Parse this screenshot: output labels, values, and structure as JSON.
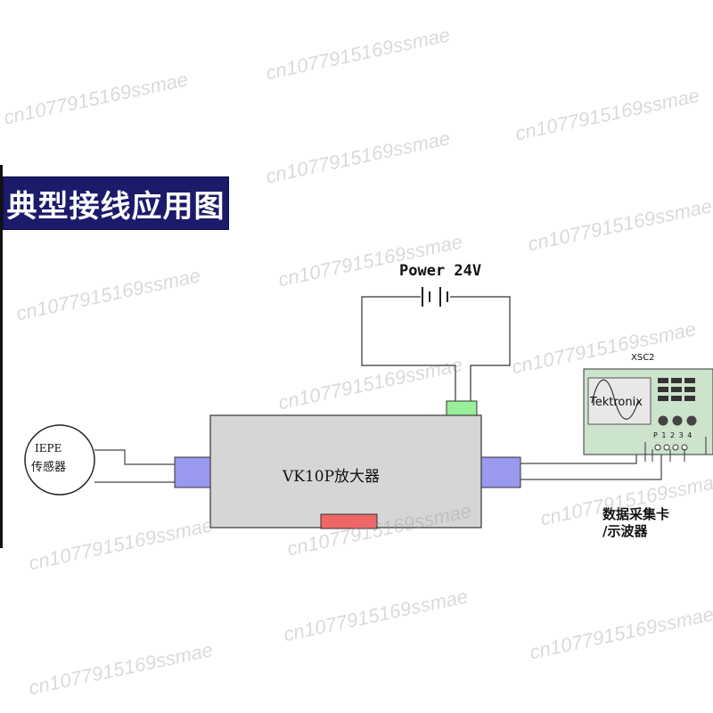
{
  "title": "典型接线应用图",
  "power": {
    "label": "Power 24V"
  },
  "sensor": {
    "line1": "IEPE",
    "line2": "传感器"
  },
  "amplifier": {
    "label": "VK10P放大器"
  },
  "oscilloscope": {
    "id": "XSC2",
    "brand": "Tektronix",
    "ports": "P 1 2 3 4"
  },
  "daq": {
    "line1": "数据采集卡",
    "line2": "/示波器"
  },
  "watermark": "cn1077915169ssmae",
  "colors": {
    "title_bg": "#1b1a6b",
    "amplifier_body": "#d6d6d6",
    "port_blue": "#9999ee",
    "power_connector": "#99ee99",
    "red_connector": "#ee6666",
    "scope_body": "#cce3cc"
  }
}
